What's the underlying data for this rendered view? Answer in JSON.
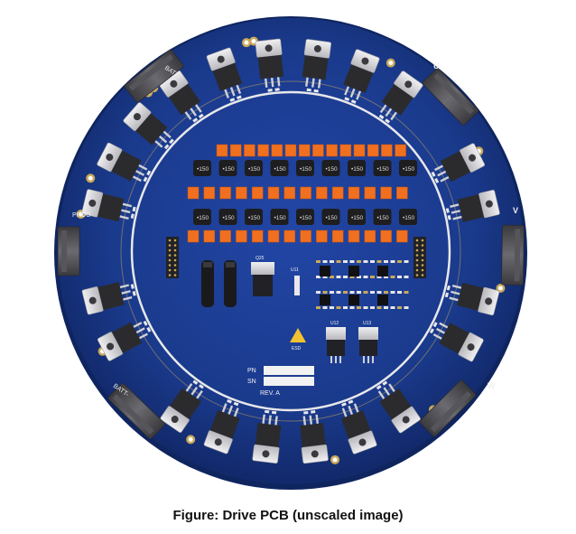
{
  "figure": {
    "caption": "Figure: Drive PCB (unscaled image)"
  },
  "board": {
    "colors": {
      "pcb": "#1a3a8c",
      "pcb_dark": "#143074",
      "pcb_edge": "#0f2560",
      "copper_ring": "#c9a85a",
      "mosfet_tab": "#d8d8dc",
      "mosfet_body": "#2b2b2e",
      "connector": "#4a4a4f",
      "orange": "#f07020",
      "inductor": "#1e1e20"
    },
    "edge_labels": {
      "batt_top": "BATT-",
      "batt_bottom": "BATT-",
      "prog": "PROG",
      "phase_u": "U",
      "phase_v": "V",
      "phase_w": "W"
    },
    "silk": {
      "pn": "PN",
      "sn": "SN",
      "rev": "REV. A",
      "esd": "ESD"
    },
    "inductor_label": "150",
    "ic_labels": {
      "u11": "U11",
      "u12": "U12",
      "u13": "U13",
      "q25": "Q25"
    }
  }
}
